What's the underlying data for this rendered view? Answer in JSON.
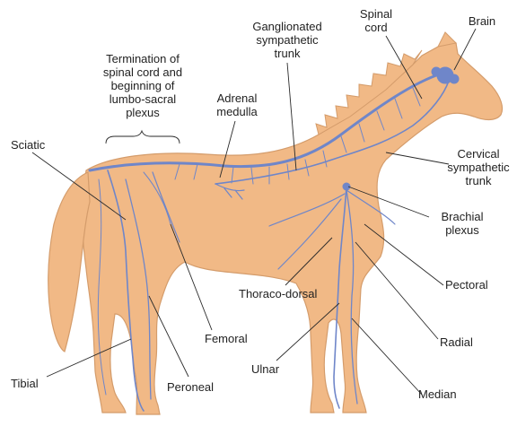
{
  "colors": {
    "horse_fill": "#f1b986",
    "horse_edge": "#d49c6b",
    "nerve": "#6f86c9",
    "leader": "#2a2a2a",
    "text": "#222222"
  },
  "labels": {
    "spinal_cord": "Spinal\ncord",
    "brain": "Brain",
    "ganglionated": "Ganglionated\nsympathetic\ntrunk",
    "termination": "Termination of\nspinal cord and\nbeginning of\nlumbo-sacral\nplexus",
    "adrenal": "Adrenal\nmedulla",
    "sciatic": "Sciatic",
    "cervical": "Cervical\nsympathetic\ntrunk",
    "brachial": "Brachial\nplexus",
    "pectoral": "Pectoral",
    "thoraco_dorsal": "Thoraco-dorsal",
    "femoral": "Femoral",
    "radial": "Radial",
    "ulnar": "Ulnar",
    "tibial": "Tibial",
    "peroneal": "Peroneal",
    "median": "Median"
  }
}
